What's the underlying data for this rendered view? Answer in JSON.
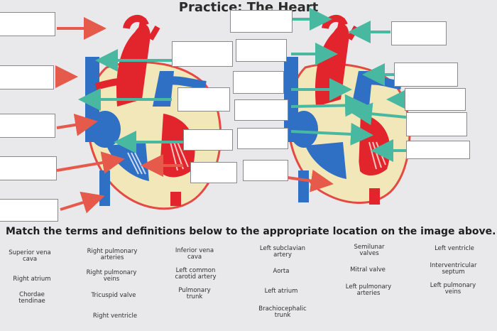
{
  "title": "Practice: The Heart",
  "instructions": "Match the terms and definitions below to the appropriate location on the image above.",
  "terms": [
    "Superior vena cava",
    "Right pulmonary arteries",
    "Inferior vena cava",
    "Left subclavian artery",
    "Semilunar valves",
    "Left ventricle",
    "Right atrium",
    "Right pulmonary veins",
    "Left common carotid artery",
    "Aorta",
    "Mitral valve",
    "Interventricular septum",
    "Chordae tendinae",
    "Tricuspid valve",
    "Pulmonary trunk",
    "Left atrium",
    "Left pulmonary arteries",
    "Left pulmonary veins",
    "Right ventricle",
    "Brachiocephalic trunk"
  ],
  "colors": {
    "red_arrow": "#e55a4a",
    "teal_arrow": "#49b8a0",
    "blood_red": "#e2242c",
    "blood_blue": "#2f6fc4",
    "tissue": "#f2e7b9"
  }
}
